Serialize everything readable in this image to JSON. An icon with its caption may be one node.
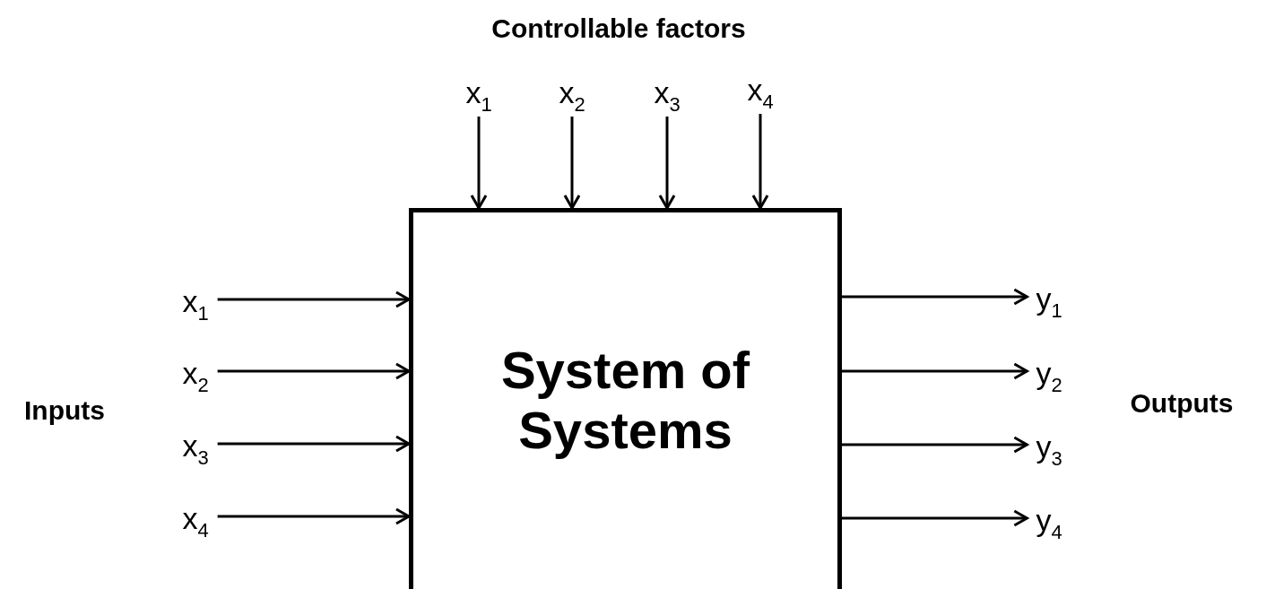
{
  "diagram": {
    "nodes": [
      {
        "text": [
          "x$_{1}$"
        ]
      },
      {
        "text": [
          "x$_{2}$"
        ]
      },
      {
        "text": [
          "x$_{3}$"
        ]
      },
      {
        "text": [
          "x$_{4}$"
        ]
      },
      {
        "text": [
          "System of Systems"
        ]
      },
      {
        "text": [
          "x$_{1}$"
        ]
      },
      {
        "text": [
          "x$_{2}$"
        ]
      },
      {
        "text": [
          "x$_{3}$"
        ]
      },
      {
        "text": [
          "x$_{4}$"
        ]
      },
      {
        "text": [
          "y$_{1}$"
        ]
      },
      {
        "text": [
          "y$_{2}$"
        ]
      },
      {
        "text": [
          "y$_{3}$"
        ]
      },
      {
        "text": [
          "y$_{4}$"
        ]
      }
    ],
    "edges": [
      {
        "from": 0,
        "to": 4,
        "arrow": "to"
      },
      {
        "from": 1,
        "to": 4,
        "arrow": "to"
      },
      {
        "from": 2,
        "to": 4,
        "arrow": "to"
      },
      {
        "from": 3,
        "to": 4,
        "arrow": "to"
      },
      {
        "from": 5,
        "to": 4,
        "arrow": "to"
      },
      {
        "from": 6,
        "to": 4,
        "arrow": "to"
      },
      {
        "from": 7,
        "to": 4,
        "arrow": "to"
      },
      {
        "from": 8,
        "to": 4,
        "arrow": "to"
      },
      {
        "from": 4,
        "to": 9,
        "arrow": "to"
      },
      {
        "from": 4,
        "to": 10,
        "arrow": "to"
      },
      {
        "from": 4,
        "to": 11,
        "arrow": "to"
      },
      {
        "from": 4,
        "to": 12,
        "arrow": "to"
      }
    ],
    "labels": [
      "Controllable factors",
      "Inputs",
      "Outputs"
    ]
  }
}
